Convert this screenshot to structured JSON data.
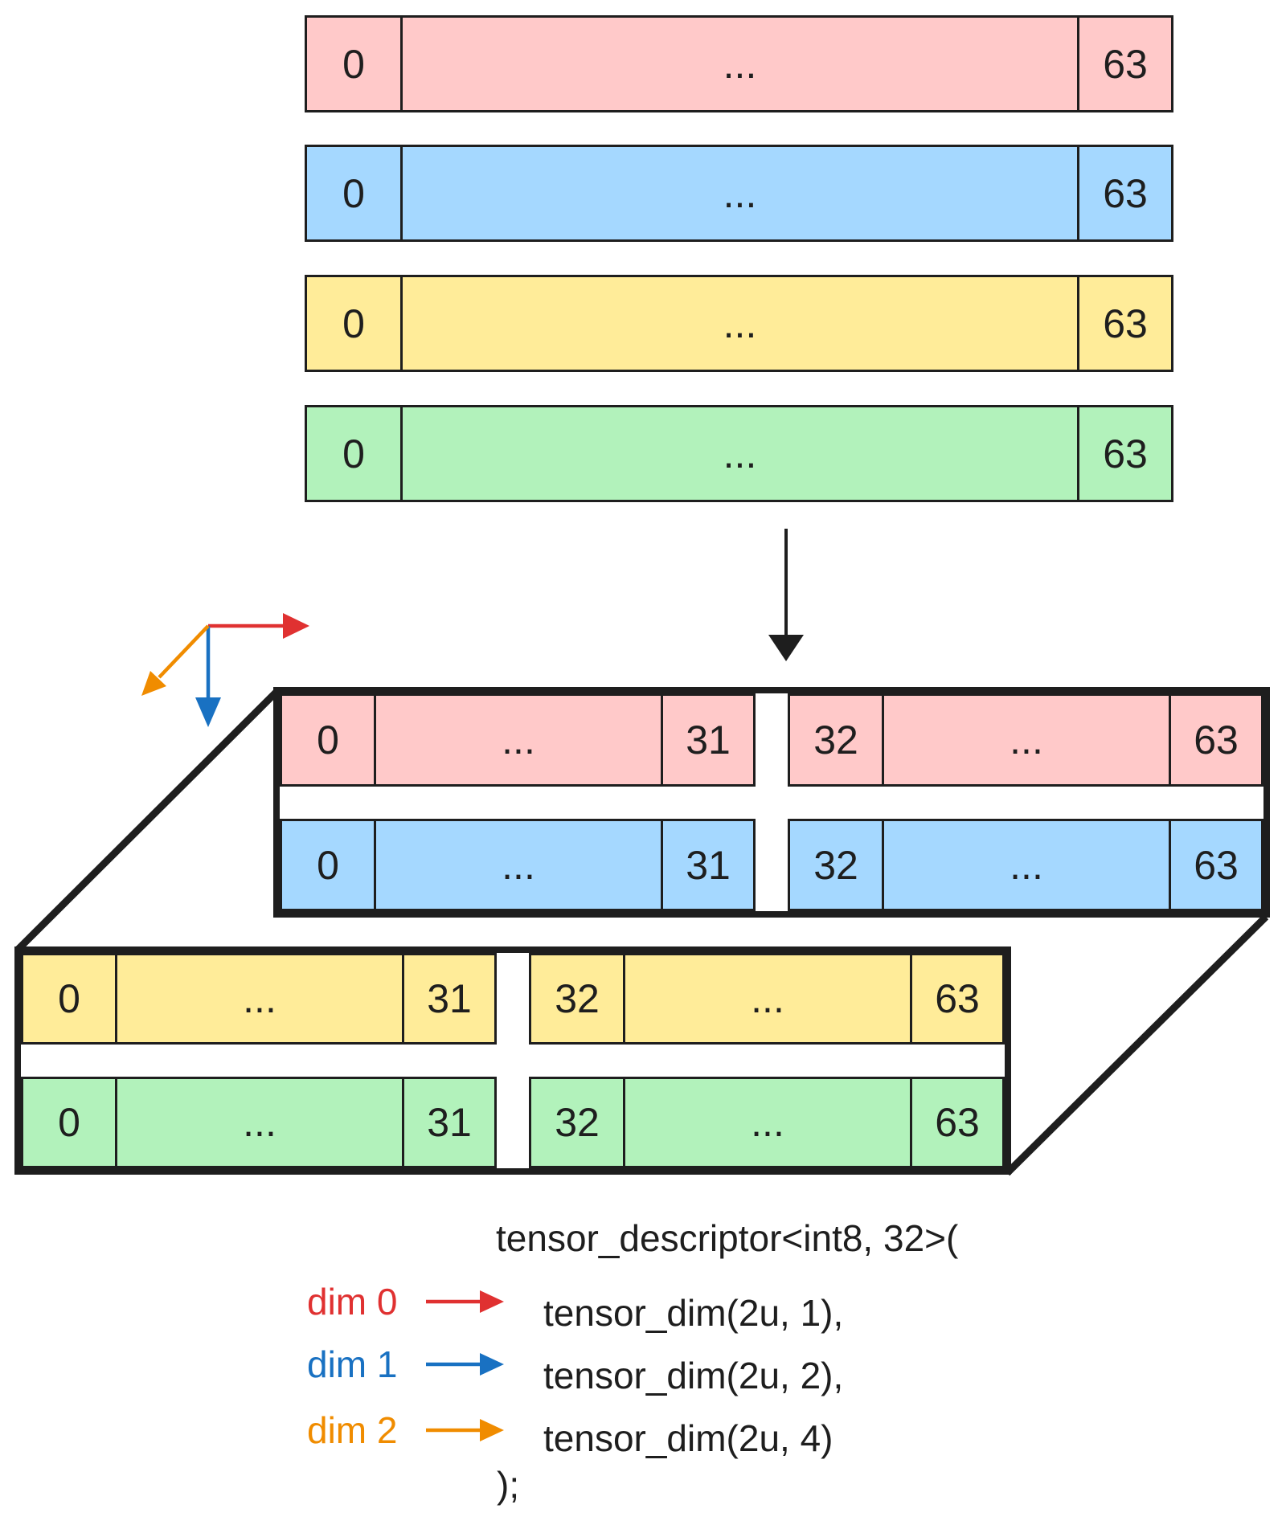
{
  "colors": {
    "stroke": "#1e1e1e",
    "background": "#ffffff",
    "red_fill": "#ffc9c9",
    "blue_fill": "#a5d8ff",
    "yellow_fill": "#ffec99",
    "green_fill": "#b2f2bb",
    "dim0": "#e03131",
    "dim1": "#1971c2",
    "dim2": "#f08c00"
  },
  "memory_bars": {
    "rows": [
      {
        "name": "red-bar",
        "fill": "#ffc9c9",
        "first": "0",
        "middle": "...",
        "last": "63"
      },
      {
        "name": "blue-bar",
        "fill": "#a5d8ff",
        "first": "0",
        "middle": "...",
        "last": "63"
      },
      {
        "name": "yellow-bar",
        "fill": "#ffec99",
        "first": "0",
        "middle": "...",
        "last": "63"
      },
      {
        "name": "green-bar",
        "fill": "#b2f2bb",
        "first": "0",
        "middle": "...",
        "last": "63"
      }
    ]
  },
  "tensor_view": {
    "top_face_rows": [
      {
        "name": "red-row",
        "fill": "#ffc9c9",
        "left": {
          "first": "0",
          "middle": "...",
          "last": "31"
        },
        "right": {
          "first": "32",
          "middle": "...",
          "last": "63"
        }
      },
      {
        "name": "blue-row",
        "fill": "#a5d8ff",
        "left": {
          "first": "0",
          "middle": "...",
          "last": "31"
        },
        "right": {
          "first": "32",
          "middle": "...",
          "last": "63"
        }
      }
    ],
    "front_face_rows": [
      {
        "name": "yellow-row",
        "fill": "#ffec99",
        "left": {
          "first": "0",
          "middle": "...",
          "last": "31"
        },
        "right": {
          "first": "32",
          "middle": "...",
          "last": "63"
        }
      },
      {
        "name": "green-row",
        "fill": "#b2f2bb",
        "left": {
          "first": "0",
          "middle": "...",
          "last": "31"
        },
        "right": {
          "first": "32",
          "middle": "...",
          "last": "63"
        }
      }
    ]
  },
  "code": {
    "header": "tensor_descriptor<int8, 32>(",
    "lines": [
      {
        "dim_label": "dim 0",
        "color": "#e03131",
        "text": "tensor_dim(2u, 1),"
      },
      {
        "dim_label": "dim 1",
        "color": "#1971c2",
        "text": "tensor_dim(2u, 2),"
      },
      {
        "dim_label": "dim 2",
        "color": "#f08c00",
        "text": "tensor_dim(2u, 4)"
      }
    ],
    "footer": ");"
  }
}
